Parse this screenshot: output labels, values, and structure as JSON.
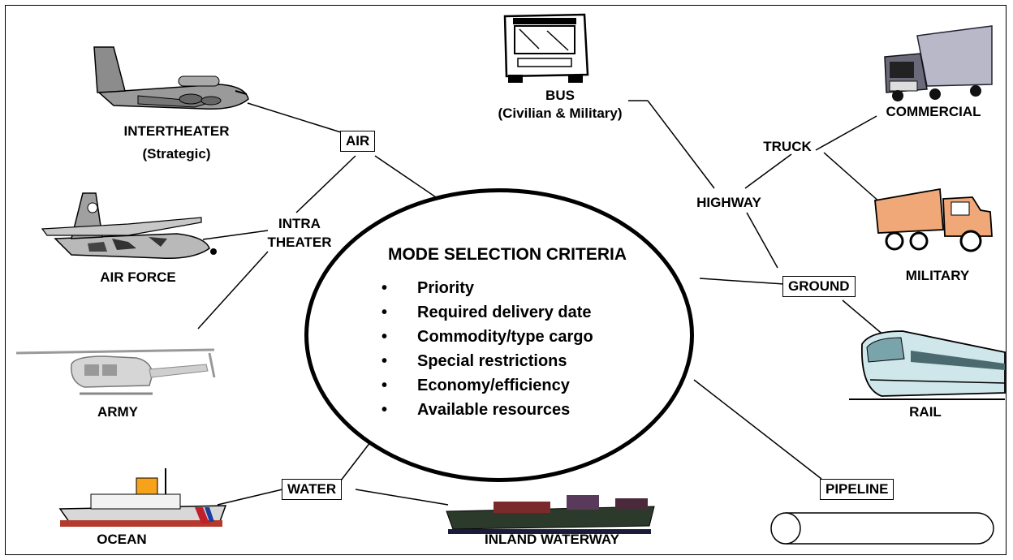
{
  "criteria": {
    "title": "MODE SELECTION CRITERIA",
    "bullet": "•",
    "items": [
      "Priority",
      "Required delivery date",
      "Commodity/type cargo",
      "Special restrictions",
      "Economy/efficiency",
      "Available resources"
    ]
  },
  "modes": {
    "air": "AIR",
    "ground": "GROUND",
    "water": "WATER",
    "pipeline": "PIPELINE"
  },
  "air": {
    "intertheater_line1": "INTERTHEATER",
    "intertheater_line2": "(Strategic)",
    "intra_line1": "INTRA",
    "intra_line2": "THEATER",
    "air_force": "AIR FORCE",
    "army": "ARMY"
  },
  "ground": {
    "bus_line1": "BUS",
    "bus_line2": "(Civilian & Military)",
    "highway": "HIGHWAY",
    "truck": "TRUCK",
    "commercial": "COMMERCIAL",
    "military": "MILITARY",
    "rail": "RAIL"
  },
  "water": {
    "ocean": "OCEAN",
    "inland": "INLAND WATERWAY"
  },
  "icons": [
    "cargo-jet-icon",
    "c130-plane-icon",
    "helicopter-icon",
    "bus-icon",
    "semi-truck-icon",
    "military-truck-icon",
    "train-icon",
    "coast-guard-ship-icon",
    "barge-icon",
    "pipe-icon"
  ]
}
